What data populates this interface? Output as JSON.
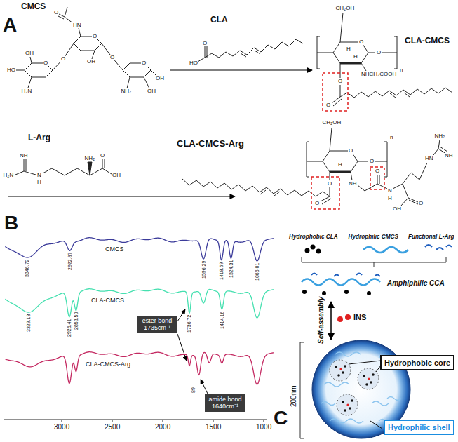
{
  "diagram": {
    "nodes": [
      {
        "text": [
          "ester bond 1735cm⁻¹"
        ]
      },
      {
        "text": [
          "amide bond 1640cm⁻¹"
        ]
      },
      {
        "text": [
          "Hydrophobic core"
        ]
      },
      {
        "text": [
          "Hydrophilic shell"
        ]
      }
    ],
    "labels": [
      "A",
      "CMCS",
      "CLA",
      "CLA-CMCS",
      "L-Arg",
      "CLA-CMCS-Arg",
      "HO",
      "OH",
      "O",
      "H₂N",
      "O",
      "O",
      "HN",
      "O",
      "OH",
      "O",
      "O",
      "NH₂",
      "OH",
      "OH",
      "HO",
      "O",
      "CH₂OH",
      "O",
      "H",
      "H",
      "O",
      "n",
      "NHCH₂COOH",
      "O",
      "O",
      "H₂N",
      "NH",
      "N",
      "H",
      "NH₂",
      "O",
      "OH",
      "CH₂OH",
      "O",
      "H",
      "O",
      "n",
      "O",
      "O",
      "NH",
      "O",
      "N",
      "H",
      "HN",
      "NH₂",
      "NH",
      "O",
      "OH",
      "B",
      "CMCS",
      "CLA-CMCS",
      "CLA-CMCS-Arg",
      "3346.72",
      "2922.87",
      "1596.29",
      "1418.59",
      "1324.31",
      "1066.01",
      "3329.13",
      "2925.41",
      "2858.50",
      "1736.72",
      "1414.16",
      "89",
      "3000",
      "2500",
      "2000",
      "1500",
      "1000",
      "C",
      "Hydrophobic CLA",
      "Hydrophilic CMCS",
      "Functional L-Arg",
      "Amphiphilic CCA",
      "Self-assembly",
      "INS",
      "200nm"
    ]
  }
}
